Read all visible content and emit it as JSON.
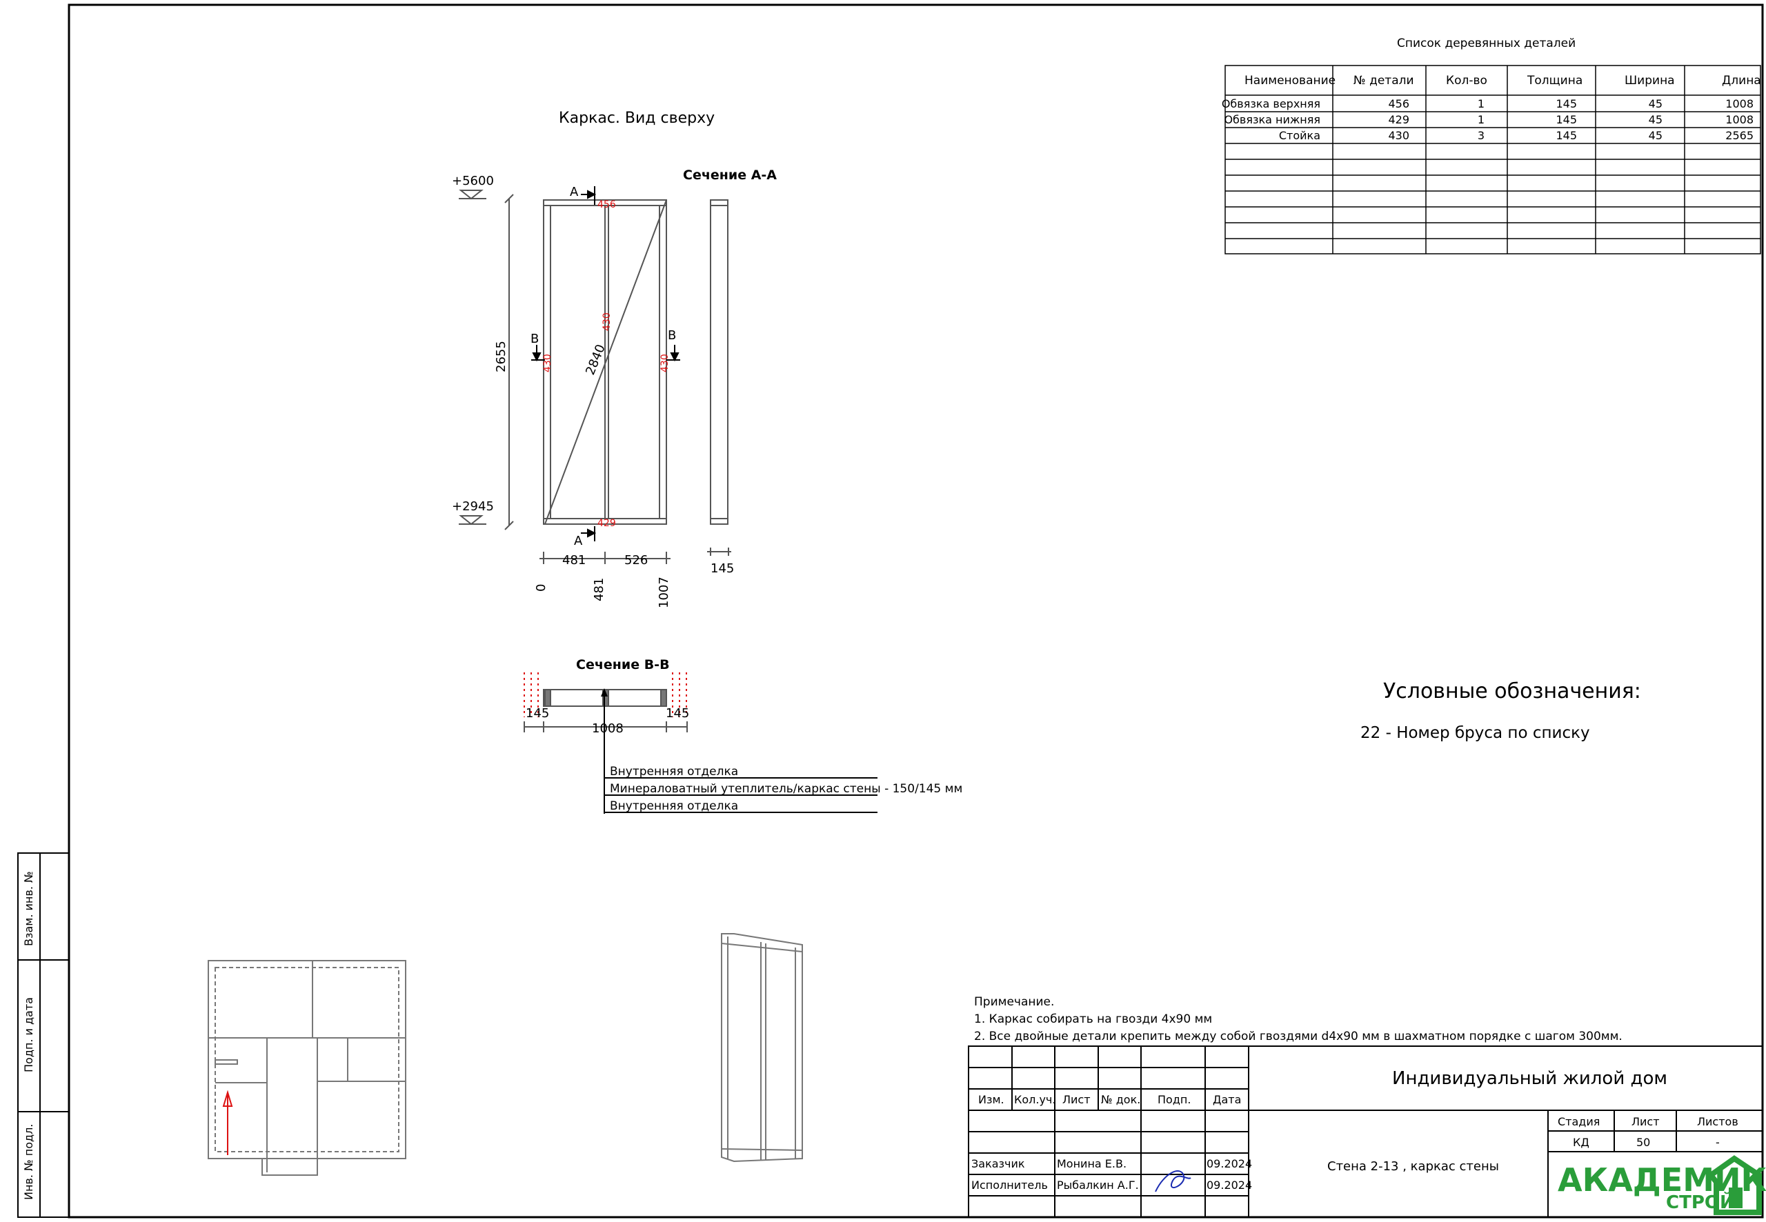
{
  "drawing": {
    "title": "Каркас. Вид сверху",
    "section_aa_title": "Сечение А-А",
    "section_bb_title": "Сечение В-В",
    "cut_a": "А",
    "cut_b": "В",
    "levels": {
      "top": "+5600",
      "bottom": "+2945"
    },
    "dims": {
      "height": "2655",
      "diagonal": "2840",
      "seg1": "481",
      "seg2": "526",
      "sec_width": "145",
      "ord0": "0",
      "ord1": "481",
      "ord2": "1007",
      "bb_left": "145",
      "bb_right": "145",
      "bb_total": "1008"
    },
    "part_labels": {
      "top": "456",
      "bottom": "429",
      "stud_left": "430",
      "stud_mid": "430",
      "stud_right": "430"
    },
    "layers": [
      "Внутренняя отделка",
      "Минераловатный утеплитель/каркас стены -  150/145 мм",
      "Внутренняя отделка"
    ]
  },
  "parts_table": {
    "title": "Список деревянных деталей",
    "headers": [
      "Наименование",
      "№ детали",
      "Кол-во",
      "Толщина",
      "Ширина",
      "Длина"
    ],
    "rows": [
      [
        "Обвязка верхняя",
        "456",
        "1",
        "145",
        "45",
        "1008"
      ],
      [
        "Обвязка нижняя",
        "429",
        "1",
        "145",
        "45",
        "1008"
      ],
      [
        "Стойка",
        "430",
        "3",
        "145",
        "45",
        "2565"
      ]
    ],
    "empty_rows": 7
  },
  "legend": {
    "title": "Условные обозначения:",
    "item": "22 -  Номер  бруса по списку"
  },
  "notes": {
    "heading": "Примечание.",
    "items": [
      "1. Каркас собирать на гвозди 4х90 мм",
      "2. Все двойные детали крепить между собой гвоздями d4х90 мм в шахматном порядке с шагом 300мм."
    ]
  },
  "stamp": {
    "headers": [
      "Изм.",
      "Кол.уч.",
      "Лист",
      "№ док.",
      "Подп.",
      "Дата"
    ],
    "object": "Индивидуальный жилой дом",
    "doc_title": "Стена 2-13 , каркас стены",
    "roles": [
      {
        "role": "Заказчик",
        "name": "Монина Е.В.",
        "date": "09.2024"
      },
      {
        "role": "Исполнитель",
        "name": "Рыбалкин А.Г.",
        "date": "09.2024"
      }
    ],
    "stage_header": "Стадия",
    "sheet_header": "Лист",
    "sheets_header": "Листов",
    "stage": "КД",
    "sheet": "50",
    "sheets": "-",
    "logo_main": "АКАДЕМИК",
    "logo_sub": "СТРОЙ"
  },
  "side_stamp": [
    "Взам. инв. №",
    "Подп. и дата",
    "Инв. № подл."
  ],
  "colors": {
    "ink": "#000000",
    "red": "#dd1111",
    "logo": "#2a9d3a",
    "grey": "#666666"
  }
}
